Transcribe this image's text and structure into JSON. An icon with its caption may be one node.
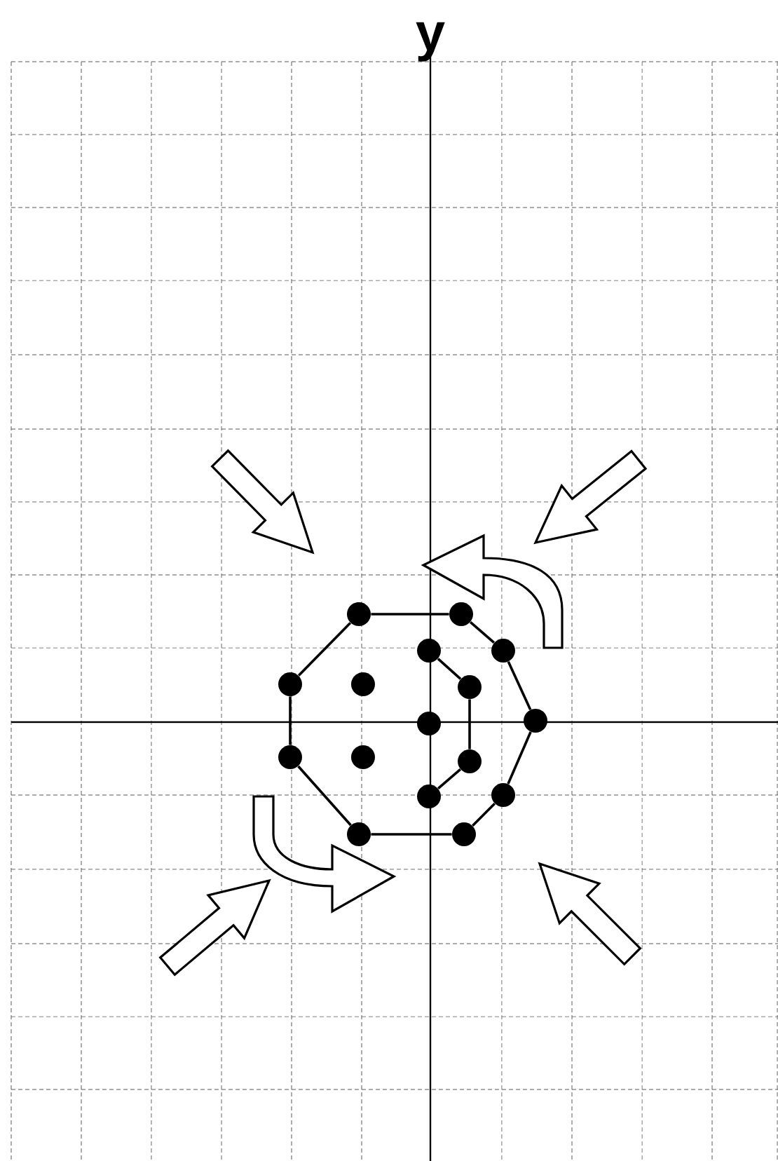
{
  "diagram": {
    "nodes": [
      {
        "text": [],
        "shape": "circle"
      },
      {
        "text": [],
        "shape": "circle"
      },
      {
        "text": [],
        "shape": "circle"
      },
      {
        "text": [],
        "shape": "circle"
      },
      {
        "text": [],
        "shape": "circle"
      },
      {
        "text": [],
        "shape": "circle"
      },
      {
        "text": [],
        "shape": "circle"
      },
      {
        "text": [],
        "shape": "circle"
      },
      {
        "text": [],
        "shape": "circle"
      },
      {
        "text": [],
        "shape": "circle"
      },
      {
        "text": [],
        "shape": "circle"
      },
      {
        "text": [],
        "shape": "circle"
      },
      {
        "text": [],
        "shape": "circle"
      },
      {
        "text": [],
        "shape": "circle"
      },
      {
        "text": [],
        "shape": "circle"
      },
      {
        "text": [],
        "shape": "circle"
      }
    ],
    "edges": [
      {
        "from": 0,
        "to": 1,
        "arrow": "none"
      },
      {
        "from": 1,
        "to": 3,
        "arrow": "none"
      },
      {
        "from": 3,
        "to": 8,
        "arrow": "none"
      },
      {
        "from": 8,
        "to": 13,
        "arrow": "none"
      },
      {
        "from": 13,
        "to": 15,
        "arrow": "none"
      },
      {
        "from": 15,
        "to": 14,
        "arrow": "none"
      },
      {
        "from": 14,
        "to": 9,
        "arrow": "none"
      },
      {
        "from": 9,
        "to": 4,
        "arrow": "none"
      },
      {
        "from": 4,
        "to": 0,
        "arrow": "none"
      },
      {
        "from": 2,
        "to": 6,
        "arrow": "none"
      },
      {
        "from": 6,
        "to": 11,
        "arrow": "none"
      },
      {
        "from": 11,
        "to": 12,
        "arrow": "none"
      }
    ],
    "labels": [
      "y"
    ]
  }
}
